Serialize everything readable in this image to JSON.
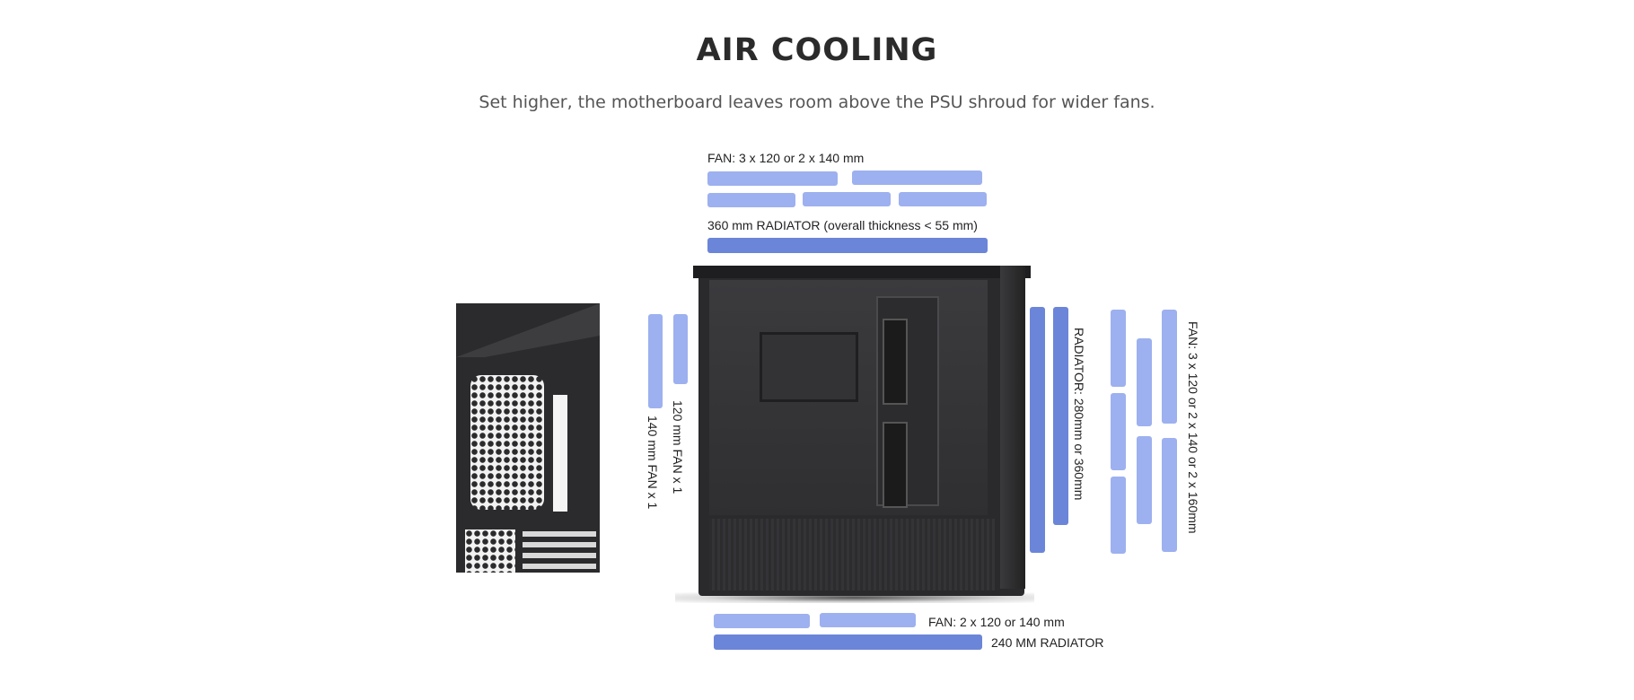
{
  "header": {
    "title": "AIR COOLING",
    "subtitle": "Set higher, the motherboard leaves room above the PSU shroud for wider fans."
  },
  "top": {
    "fan_label": "FAN: 3 x 120  or 2 x 140 mm",
    "radiator_label": "360 mm RADIATOR (overall thickness < 55 mm)"
  },
  "bottom": {
    "fan_label": "FAN: 2 x 120 or 140 mm",
    "radiator_label": "240 MM RADIATOR"
  },
  "rear": {
    "label_120": "120 mm FAN x 1",
    "label_140": "140 mm FAN x 1"
  },
  "front": {
    "radiator_label": "RADIATOR: 280mm or 360mm",
    "fan_label": "FAN: 3 x 120  or 2 x 140 or 2 x 160mm"
  },
  "colors": {
    "fan_bar": "#9db0ef",
    "radiator_bar": "#6b85d8"
  },
  "images": {
    "main": "pc-case-side-view",
    "detail": "pc-case-rear-mesh-detail"
  }
}
